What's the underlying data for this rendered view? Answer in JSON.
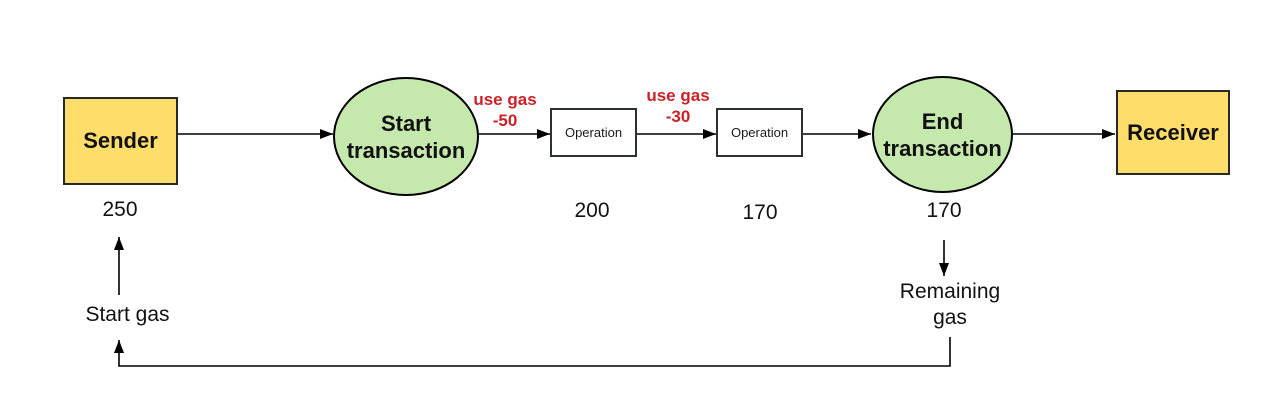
{
  "diagram": {
    "title_hint": "transaction gas flow",
    "nodes": {
      "sender": {
        "label": "Sender"
      },
      "start_transaction": {
        "line1": "Start",
        "line2": "transaction"
      },
      "operation1": {
        "label": "Operation"
      },
      "operation2": {
        "label": "Operation"
      },
      "end_transaction": {
        "line1": "End",
        "line2": "transaction"
      },
      "receiver": {
        "label": "Receiver"
      }
    },
    "gas_values": {
      "start_gas_value": "250",
      "after_operation1": "200",
      "after_operation2": "170",
      "end_transaction_value": "170"
    },
    "edge_labels": {
      "use_gas_1": {
        "line1": "use gas",
        "line2": "-50"
      },
      "use_gas_2": {
        "line1": "use gas",
        "line2": "-30"
      }
    },
    "annotations": {
      "start_gas": "Start gas",
      "remaining_gas": {
        "line1": "Remaining",
        "line2": "gas"
      }
    },
    "colors": {
      "node_yellow": "#FEDD6A",
      "node_green": "#C5E8AC",
      "red_label": "#CC2127",
      "line": "#000000",
      "background": "#FFFFFF"
    }
  }
}
